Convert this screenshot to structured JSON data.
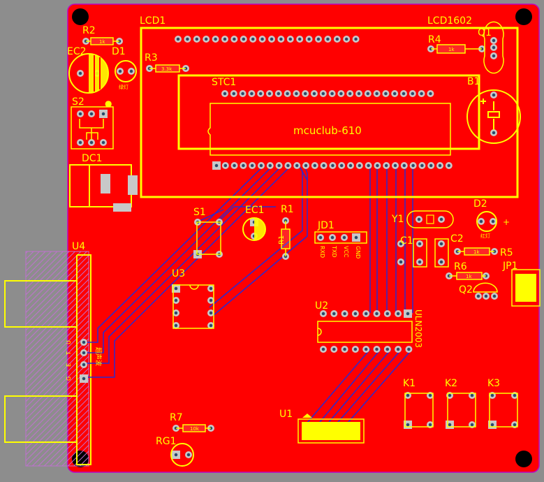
{
  "colors": {
    "background": "#8d8d8d",
    "board": "#ff0000",
    "board_outline": "#c000c0",
    "silkscreen": "#ffff00",
    "pad_copper": "#c8c8c8",
    "pad_hole": "#2a4a6a",
    "trace_bottom": "#2222cc",
    "keepout_hatch": "#b060c0",
    "mounting_hole": "#000000"
  },
  "components": {
    "lcd1": "LCD1",
    "lcd1602": "LCD1602",
    "stc1": "STC1",
    "mcu_label": "mcuclub-610",
    "r1": "R1",
    "r2": "R2",
    "r2_value": "1k",
    "r3": "R3",
    "r3_value": "3.3k",
    "r4": "R4",
    "r4_value": "1k",
    "r5": "R5",
    "r5_value": "1k",
    "r6": "R6",
    "r6_value": "1k",
    "r7": "R7",
    "r7_value": "10k",
    "ec1": "EC1",
    "ec2": "EC2",
    "d1": "D1",
    "d1_note": "绿灯",
    "d2": "D2",
    "d2_note": "红灯",
    "q1": "Q1",
    "q2": "Q2",
    "b1": "B1",
    "s1": "S1",
    "s2": "S2",
    "dc1": "DC1",
    "u1": "U1",
    "u2": "U2",
    "u2_part": "ULN2003",
    "u3": "U3",
    "u4": "U4",
    "u4_pins": [
      "U",
      "T",
      "E",
      "G"
    ],
    "u4_note": "超声波",
    "jd1": "JD1",
    "jd1_pins": [
      "RXD",
      "TXD",
      "VCC",
      "GND"
    ],
    "y1": "Y1",
    "c1": "C1",
    "c2": "C2",
    "jp1": "JP1",
    "k1": "K1",
    "k2": "K2",
    "k3": "K3",
    "rg1": "RG1"
  }
}
